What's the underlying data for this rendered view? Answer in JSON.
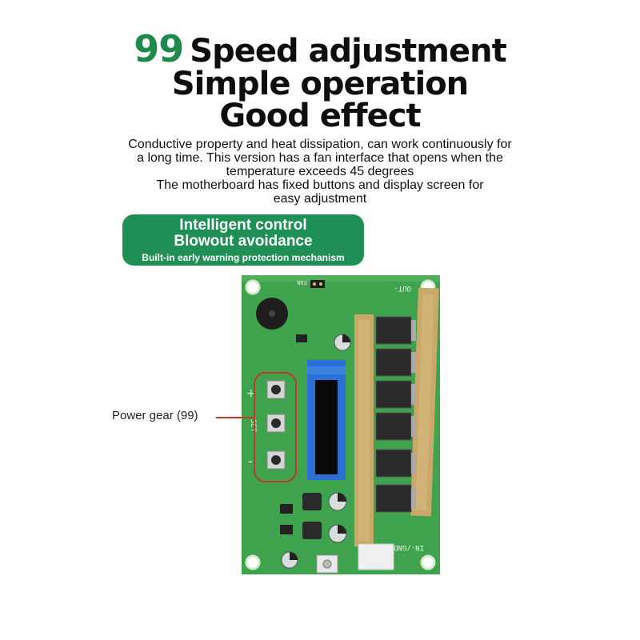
{
  "headline": {
    "number": "99",
    "line1": "Speed adjustment",
    "line2": "Simple operation",
    "line3": "Good effect"
  },
  "description": [
    "Conductive property and heat dissipation, can work continuously for",
    "a long time. This version has a fan interface that opens when the",
    "temperature exceeds 45 degrees",
    "The motherboard has fixed buttons and display screen for",
    "easy adjustment"
  ],
  "banner": {
    "title1": "Intelligent control",
    "title2": "Blowout avoidance",
    "subtitle": "Built-in early warning protection mechanism"
  },
  "callout": {
    "label": "Power gear (99)"
  },
  "board_labels": {
    "fan": "FAN",
    "out": "OUT-",
    "in": "IN-/GND",
    "set": "SET",
    "plus": "+",
    "minus": "-"
  },
  "colors": {
    "accent": "#1f8f55",
    "pcb": "#3fa34d",
    "copper": "#c9a86a",
    "highlight": "#c0392b"
  }
}
